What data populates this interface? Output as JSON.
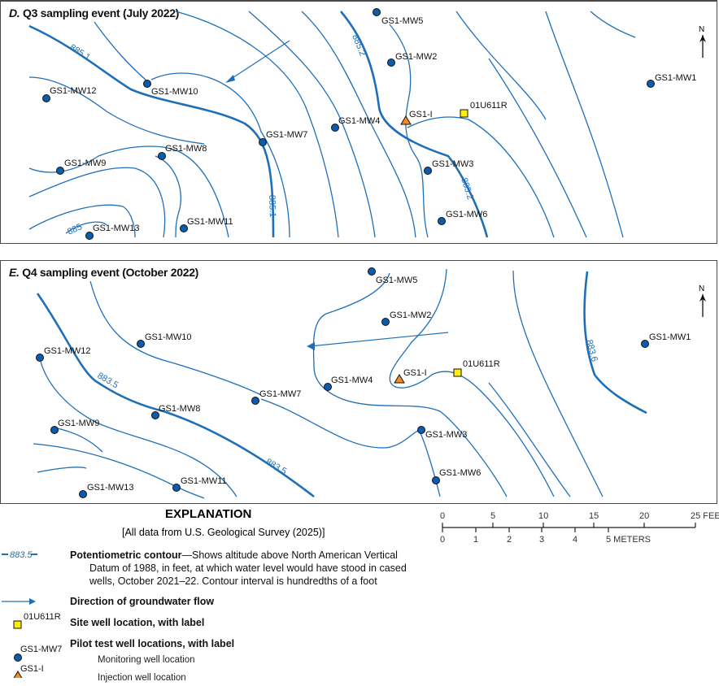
{
  "panels": [
    {
      "id": "D",
      "letter": "D.",
      "title": "Q3 sampling event (July 2022)",
      "north_label": "N",
      "contour_labels": [
        "885.1",
        "885.2",
        "885.1",
        "885.2",
        "885"
      ],
      "wells": [
        {
          "label": "GS1-MW5",
          "type": "monitoring"
        },
        {
          "label": "GS1-MW2",
          "type": "monitoring"
        },
        {
          "label": "GS1-MW1",
          "type": "monitoring"
        },
        {
          "label": "GS1-MW12",
          "type": "monitoring"
        },
        {
          "label": "GS1-MW10",
          "type": "monitoring"
        },
        {
          "label": "GS1-MW4",
          "type": "monitoring"
        },
        {
          "label": "GS1-I",
          "type": "injection"
        },
        {
          "label": "01U611R",
          "type": "site"
        },
        {
          "label": "GS1-MW7",
          "type": "monitoring"
        },
        {
          "label": "GS1-MW8",
          "type": "monitoring"
        },
        {
          "label": "GS1-MW9",
          "type": "monitoring"
        },
        {
          "label": "GS1-MW3",
          "type": "monitoring"
        },
        {
          "label": "GS1-MW6",
          "type": "monitoring"
        },
        {
          "label": "GS1-MW11",
          "type": "monitoring"
        },
        {
          "label": "GS1-MW13",
          "type": "monitoring"
        }
      ]
    },
    {
      "id": "E",
      "letter": "E.",
      "title": "Q4 sampling event (October 2022)",
      "north_label": "N",
      "contour_labels": [
        "883.6",
        "883.5",
        "883.5"
      ],
      "wells": [
        {
          "label": "GS1-MW5",
          "type": "monitoring"
        },
        {
          "label": "GS1-MW2",
          "type": "monitoring"
        },
        {
          "label": "GS1-MW1",
          "type": "monitoring"
        },
        {
          "label": "GS1-MW10",
          "type": "monitoring"
        },
        {
          "label": "GS1-MW12",
          "type": "monitoring"
        },
        {
          "label": "GS1-I",
          "type": "injection"
        },
        {
          "label": "01U611R",
          "type": "site"
        },
        {
          "label": "GS1-MW4",
          "type": "monitoring"
        },
        {
          "label": "GS1-MW7",
          "type": "monitoring"
        },
        {
          "label": "GS1-MW8",
          "type": "monitoring"
        },
        {
          "label": "GS1-MW9",
          "type": "monitoring"
        },
        {
          "label": "GS1-MW3",
          "type": "monitoring"
        },
        {
          "label": "GS1-MW6",
          "type": "monitoring"
        },
        {
          "label": "GS1-MW13",
          "type": "monitoring"
        },
        {
          "label": "GS1-MW11",
          "type": "monitoring"
        }
      ]
    }
  ],
  "explanation": {
    "title": "EXPLANATION",
    "subtitle": "[All data from U.S. Geological Survey (2025)]",
    "contour_sample": "883.5",
    "contour_bold": "Potentiometric contour",
    "contour_text1": "—Shows altitude above North American Vertical",
    "contour_text2": "Datum of 1988, in feet, at which water level would have stood in cased",
    "contour_text3": "wells, October 2021–22. Contour interval is hundredths of a foot",
    "flow": "Direction of groundwater flow",
    "site_sample_label": "01U611R",
    "site": "Site well location, with label",
    "pilot": "Pilot test well locations, with label",
    "monitoring_sample_label": "GS1-MW7",
    "monitoring": "Monitoring well location",
    "injection_sample_label": "GS1-I",
    "injection": "Injection well location"
  },
  "scale_bar": {
    "feet_ticks": [
      "0",
      "5",
      "10",
      "15",
      "20",
      "25 FEET"
    ],
    "meter_ticks": [
      "0",
      "1",
      "2",
      "3",
      "4",
      "5 METERS"
    ]
  },
  "colors": {
    "contour": "#1f6fb8",
    "monitoring_well": "#0b5cad",
    "site_well": "#ffee00",
    "injection_well": "#f28c1e"
  }
}
